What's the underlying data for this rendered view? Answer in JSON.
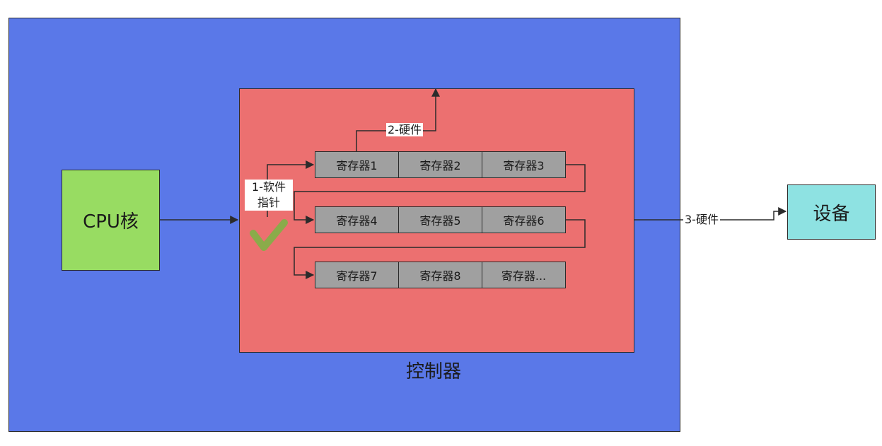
{
  "diagram": {
    "cpu_label": "CPU核",
    "controller_label": "控制器",
    "device_label": "设备",
    "registers": [
      "寄存器1",
      "寄存器2",
      "寄存器3",
      "寄存器4",
      "寄存器5",
      "寄存器6",
      "寄存器7",
      "寄存器8",
      "寄存器..."
    ],
    "edge_labels": {
      "software_line1": "1-软件",
      "software_line2": "指针",
      "hardware_up": "2-硬件",
      "hardware_device": "3-硬件"
    },
    "check_mark": "✔"
  },
  "colors": {
    "outer_background": "#5a78e8",
    "controller_fill": "#ec7070",
    "cpu_fill": "#98dc62",
    "device_fill": "#8ee2e2",
    "register_fill": "#a0a0a0",
    "check_mark": "#8aab4a"
  }
}
